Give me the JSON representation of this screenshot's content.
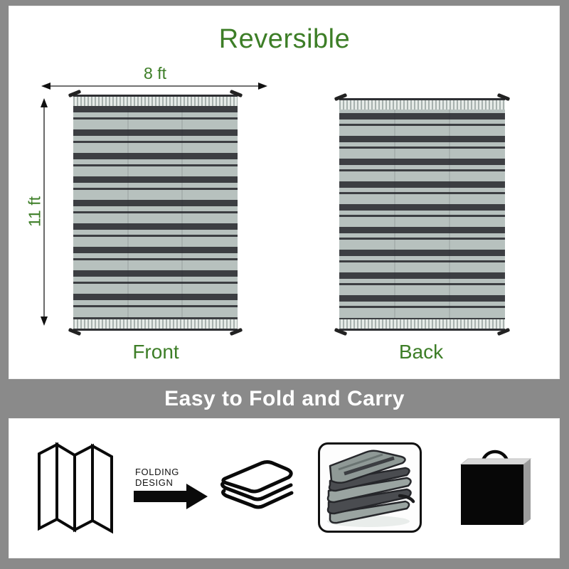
{
  "header": {
    "title": "Reversible"
  },
  "dimensions": {
    "width_label": "8 ft",
    "height_label": "11 ft"
  },
  "product": {
    "views": [
      {
        "label": "Front"
      },
      {
        "label": "Back"
      }
    ]
  },
  "banner": {
    "text": "Easy to Fold and Carry"
  },
  "fold_section": {
    "folding_label": "FOLDING\nDESIGN",
    "icons": [
      "accordion-fold-icon",
      "arrow-right-icon",
      "folded-blanket-icon",
      "folded-mat-photo",
      "carry-bag-icon"
    ]
  },
  "colors": {
    "accent-green": "#3d7e27",
    "page-gray": "#8a8a8a",
    "stripe-dark": "#3c3e42",
    "stripe-light": "#b7c1be",
    "icon-black": "#111111"
  }
}
